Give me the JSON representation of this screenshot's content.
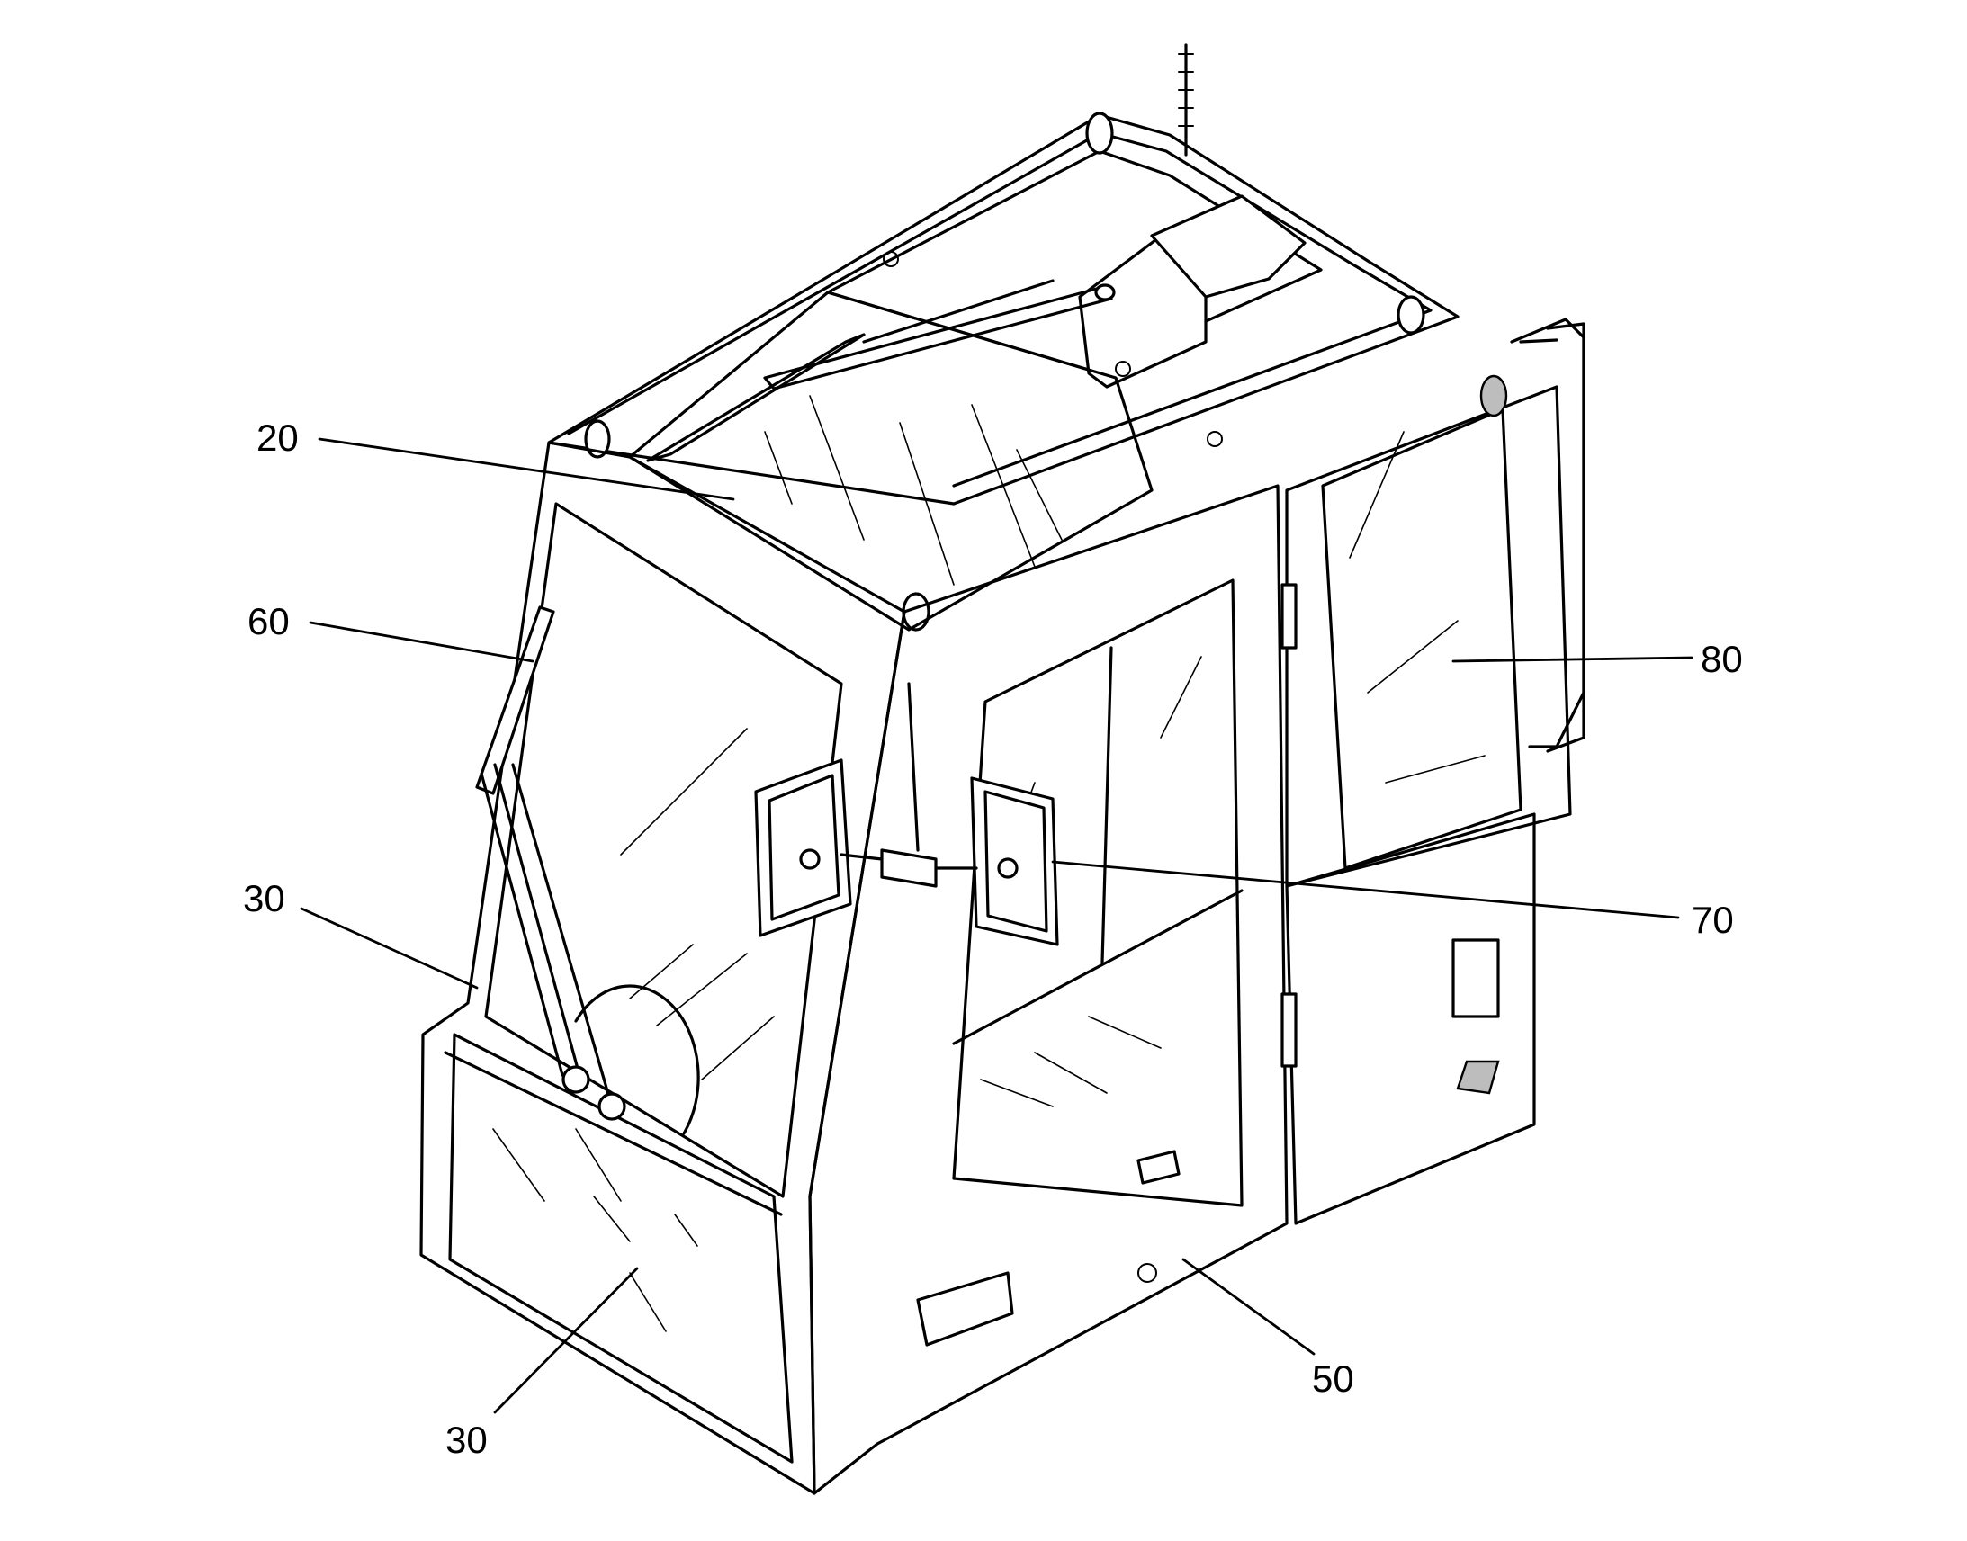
{
  "callouts": {
    "c20": "20",
    "c60": "60",
    "c30_side": "30",
    "c30_front": "30",
    "c80": "80",
    "c70": "70",
    "c50": "50"
  }
}
